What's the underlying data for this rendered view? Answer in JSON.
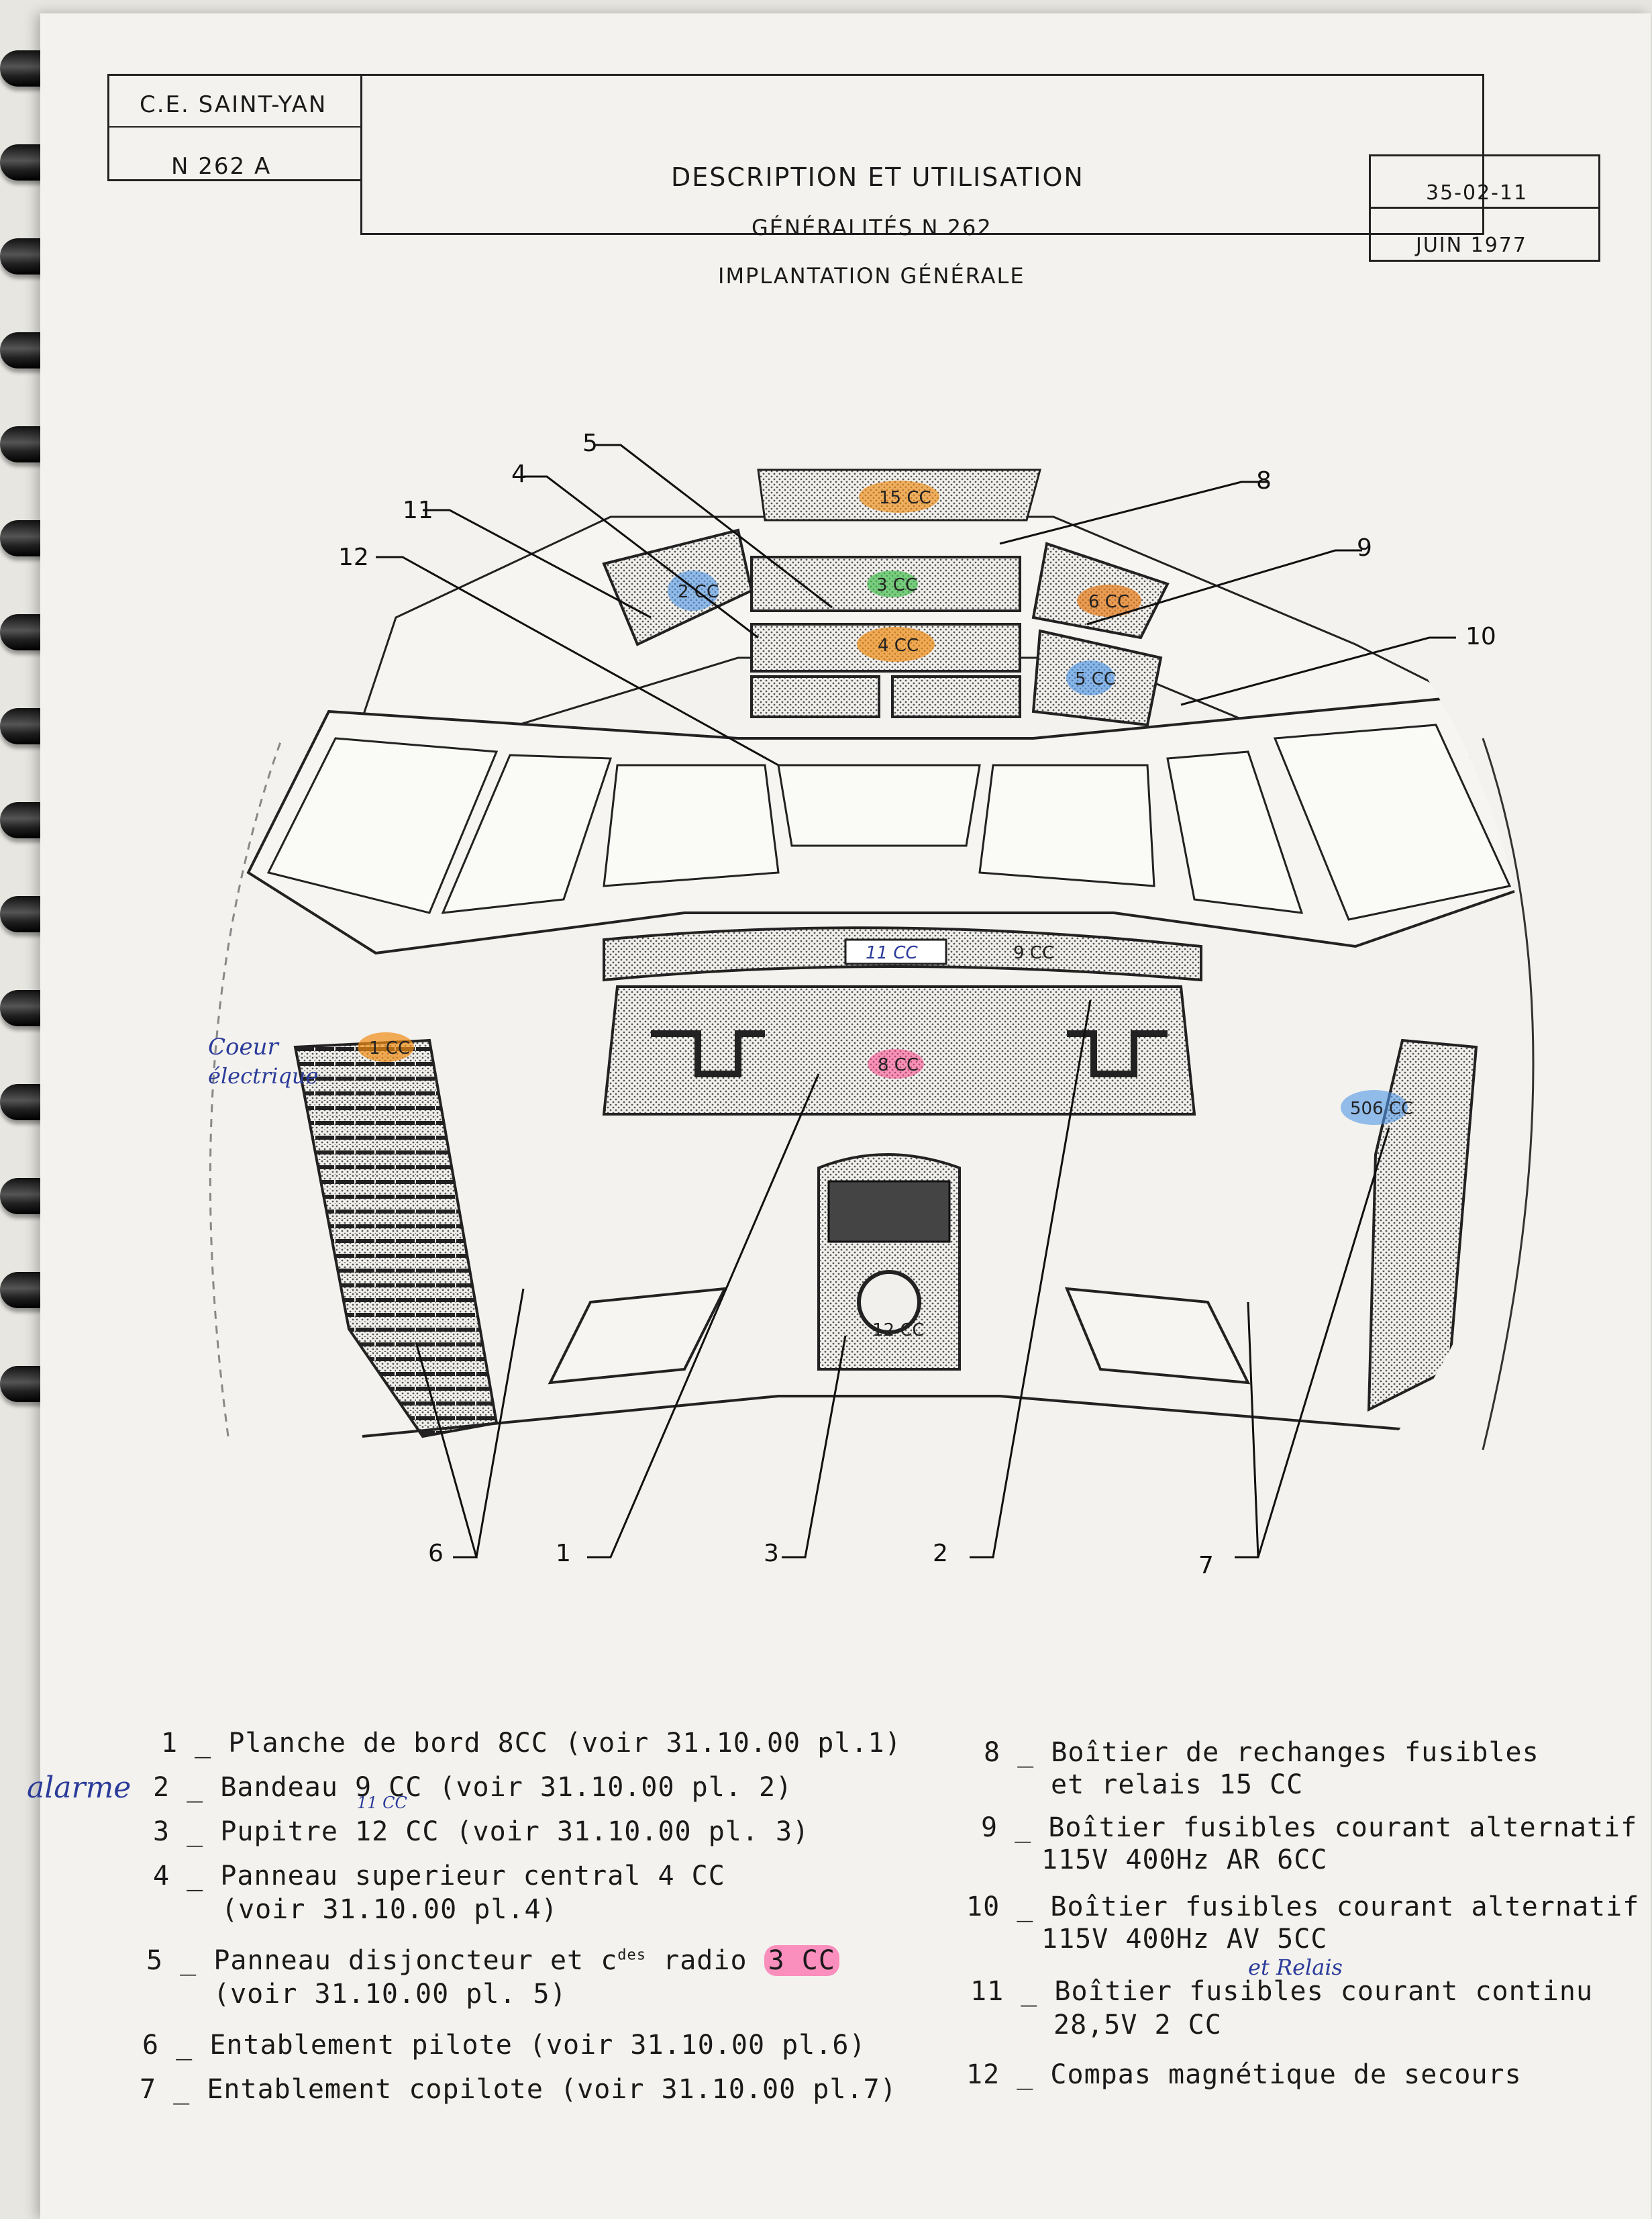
{
  "header": {
    "org": "C.E. SAINT-YAN",
    "model": "N 262 A",
    "title": "DESCRIPTION ET UTILISATION",
    "subtitle": "GÉNÉRALITÉS N 262",
    "section": "IMPLANTATION GÉNÉRALE",
    "ref": "35-02-11",
    "date": "JUIN 1977"
  },
  "callouts": [
    "5",
    "4",
    "11",
    "12",
    "8",
    "9",
    "10",
    "6",
    "1",
    "3",
    "2",
    "7"
  ],
  "panel_marks": {
    "p15": "15 CC",
    "p3": "3 CC",
    "p2": "2 CC",
    "p6": "6 CC",
    "p4": "4 CC",
    "p5": "5 CC",
    "p11": "11 CC",
    "p9": "9 CC",
    "p8": "8 CC",
    "p1": "1 CC",
    "p506": "506 CC",
    "p12": "12 CC"
  },
  "annotations": {
    "coeur": "Coeur",
    "electrique": "électrique",
    "alarme": "alarme",
    "small_11cc": "11 CC",
    "et_relais": "et Relais"
  },
  "legend": {
    "l1": "1 _ Planche de bord 8CC (voir 31.10.00 pl.1)",
    "l2a": "2 _ Bandeau ",
    "l2b": "9 CC",
    "l2c": " (voir 31.10.00 pl. 2)",
    "l3": "3 _ Pupitre 12 CC  (voir 31.10.00 pl. 3)",
    "l4a": "4 _ Panneau superieur central 4 CC",
    "l4b": "(voir 31.10.00 pl.4)",
    "l5a": "5 _ Panneau disjoncteur et c",
    "l5sup": "des",
    "l5b": " radio ",
    "l5c": "3 CC",
    "l5d": "(voir 31.10.00 pl. 5)",
    "l6": "6 _ Entablement pilote (voir 31.10.00 pl.6)",
    "l7": "7 _ Entablement copilote (voir 31.10.00 pl.7)",
    "l8a": "8 _ Boîtier de rechanges   fusibles",
    "l8b": "et relais  15 CC",
    "l9a": "9 _ Boîtier fusibles courant alternatif",
    "l9b": "115V 400Hz AR 6CC",
    "l10a": "10 _ Boîtier fusibles courant alternatif",
    "l10b": "115V 400Hz AV 5CC",
    "l11a": "11 _ Boîtier fusibles courant continu",
    "l11b": "28,5V  2 CC",
    "l12": "12 _ Compas magnétique de secours"
  }
}
